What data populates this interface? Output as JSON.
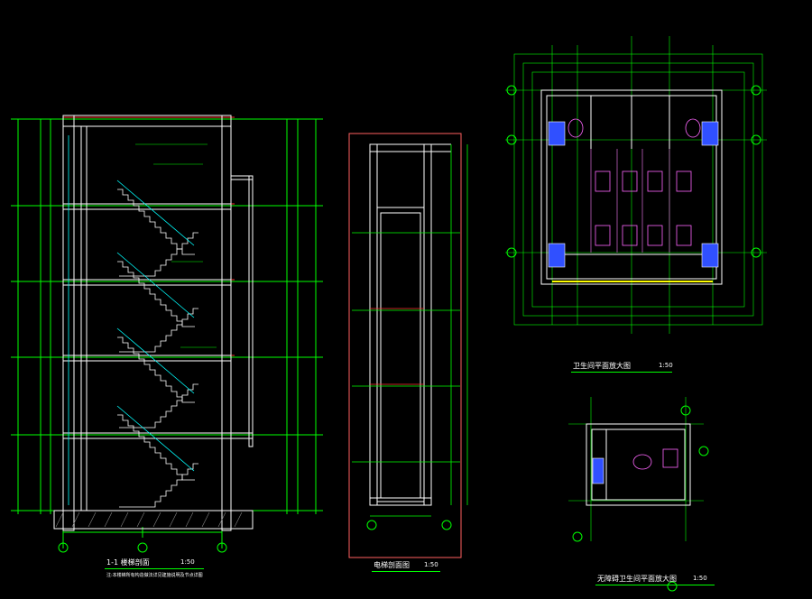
{
  "drawing": {
    "colors": {
      "background": "#000000",
      "wall": "#ffffff",
      "axis": "#00ff00",
      "dimension": "#00ff00",
      "red_line": "#ff3030",
      "hatch": "#c060c0",
      "fixture": "#ff66ff",
      "blue_fill": "#3050ff",
      "cyan": "#00ffff",
      "yellow": "#ffff00",
      "frame": "#ff6060"
    },
    "section": {
      "title": "1-1 楼梯剖面",
      "scale": "1:50",
      "note": "注:本楼梯所有构造做法详见建施说明及节点详图"
    },
    "elevator": {
      "title": "电梯剖面图",
      "scale": "1:50"
    },
    "toilet_plan": {
      "title": "卫生间平面放大图",
      "scale": "1:50"
    },
    "accessible_toilet": {
      "title": "无障碍卫生间平面放大图",
      "scale": "1:50"
    }
  }
}
